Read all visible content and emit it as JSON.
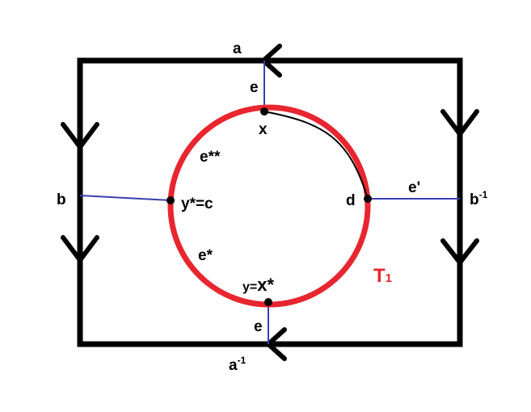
{
  "labels": {
    "top_edge": "a",
    "bottom_edge": "a",
    "bottom_edge_exp": "-1",
    "left_edge": "b",
    "right_edge": "b",
    "right_edge_exp": "-1",
    "e_top": "e",
    "e_bottom": "e",
    "e_prime": "e'",
    "e_double_star": "e**",
    "e_star": "e*",
    "point_x": "x",
    "point_d": "d",
    "point_y_star": "y*=c",
    "point_y_prefix": "y=",
    "point_y_value": "x*",
    "torus_label": "T",
    "torus_sub": "1"
  },
  "colors": {
    "frame": "#000000",
    "circle": "#e8262f",
    "edges": "#3a3fb0",
    "curve": "#000000",
    "torus_label": "#e8262f"
  }
}
